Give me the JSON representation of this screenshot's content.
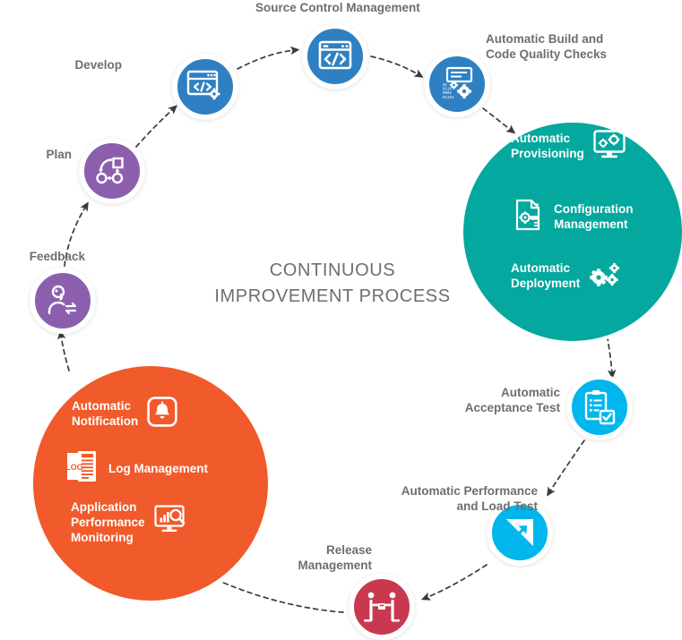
{
  "diagram": {
    "center_title": "CONTINUOUS\nIMPROVEMENT PROCESS",
    "title_color": "#6e6e6e",
    "background": "#ffffff"
  },
  "colors": {
    "blue": "#2f80c2",
    "purple": "#8b5fae",
    "teal": "#04a89e",
    "orange": "#f15a2a",
    "light_blue": "#00b6ec",
    "crimson": "#c8394f",
    "label_gray": "#6e6e6e",
    "arrow_gray": "#3b3b3b",
    "ring_white": "#ffffff"
  },
  "nodes": [
    {
      "id": "plan",
      "label": "Plan",
      "icon": "flowchart-icon",
      "color": "#8b5fae"
    },
    {
      "id": "develop",
      "label": "Develop",
      "icon": "code-window-gear-icon",
      "color": "#2f80c2"
    },
    {
      "id": "source-control-management",
      "label": "Source Control Management",
      "icon": "code-window-icon",
      "color": "#2f80c2"
    },
    {
      "id": "automatic-build",
      "label": "Automatic Build and\nCode Quality Checks",
      "icon": "build-gears-binary-icon",
      "color": "#2f80c2"
    },
    {
      "id": "automatic-acceptance-test",
      "label": "Automatic\nAcceptance Test",
      "icon": "checklist-clipboard-icon",
      "color": "#00b6ec"
    },
    {
      "id": "automatic-performance-load-test",
      "label": "Automatic Performance\nand Load Test",
      "icon": "growth-arrow-icon",
      "color": "#00b6ec"
    },
    {
      "id": "release-management",
      "label": "Release\nManagement",
      "icon": "handoff-people-icon",
      "color": "#c8394f"
    },
    {
      "id": "feedback",
      "label": "Feedback",
      "icon": "user-feedback-icon",
      "color": "#8b5fae"
    }
  ],
  "groups": [
    {
      "id": "operations-group",
      "color": "#04a89e",
      "features": [
        {
          "text": "Automatic\nProvisioning",
          "icon": "monitor-gears-icon",
          "icon_side": "right"
        },
        {
          "text": "Configuration\nManagement",
          "icon": "document-gear-icon",
          "icon_side": "left"
        },
        {
          "text": "Automatic\nDeployment",
          "icon": "gears-icon",
          "icon_side": "right"
        }
      ]
    },
    {
      "id": "monitoring-group",
      "color": "#f15a2a",
      "features": [
        {
          "text": "Automatic\nNotification",
          "icon": "bell-icon",
          "icon_side": "right"
        },
        {
          "text": "Log Management",
          "icon": "log-document-icon",
          "icon_side": "left"
        },
        {
          "text": "Application\nPerformance\nMonitoring",
          "icon": "monitor-chart-search-icon",
          "icon_side": "right"
        }
      ]
    }
  ]
}
